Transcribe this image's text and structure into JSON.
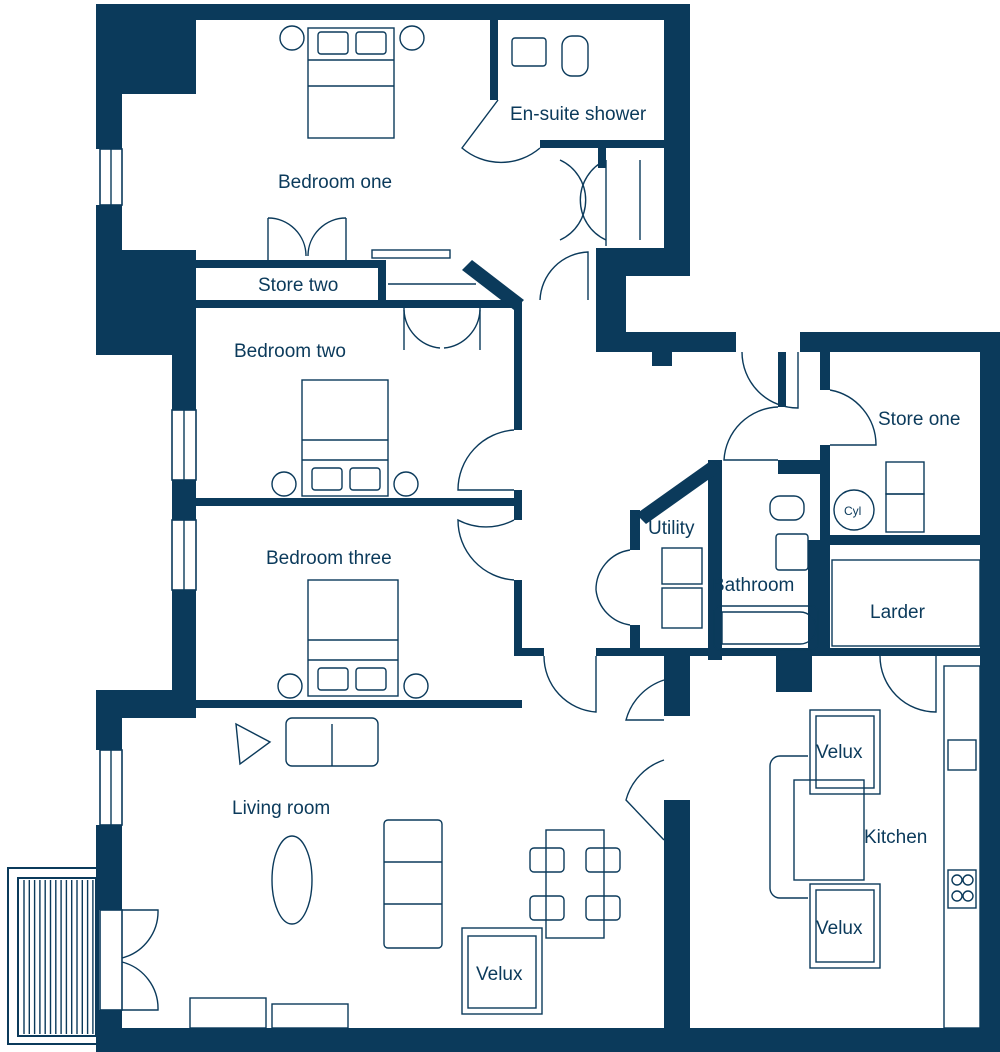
{
  "rooms": {
    "bedroom_one": "Bedroom one",
    "ensuite": "En-suite shower",
    "store_two": "Store two",
    "bedroom_two": "Bedroom two",
    "bedroom_three": "Bedroom three",
    "utility": "Utility",
    "bathroom": "Bathroom",
    "store_one": "Store one",
    "larder": "Larder",
    "living_room": "Living room",
    "kitchen": "Kitchen"
  },
  "fixtures": {
    "velux_kitchen_top": "Velux",
    "velux_kitchen_bottom": "Velux",
    "velux_living": "Velux",
    "cylinder": "Cyl"
  },
  "colors": {
    "wall": "#0b3a5b",
    "background": "#ffffff"
  }
}
